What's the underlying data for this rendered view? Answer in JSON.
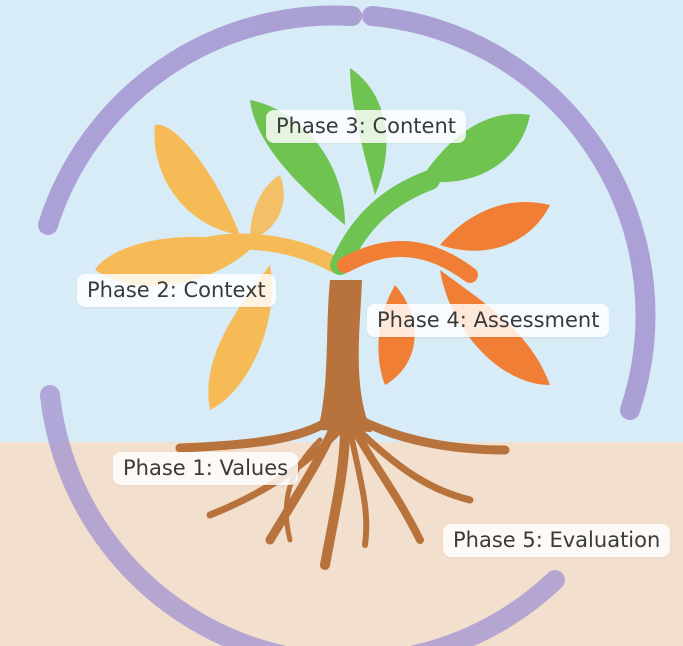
{
  "diagram": {
    "labels": {
      "content": "Phase 3: Content",
      "context": "Phase 2: Context",
      "assessment": "Phase 4: Assessment",
      "values": "Phase 1: Values",
      "evaluation": "Phase 5: Evaluation"
    },
    "colors": {
      "sky": "#d7ecf7",
      "ground": "#f3dfcd",
      "cycle_ring": "#a79ad2",
      "trunk": "#b8733d",
      "context_leaves": "#f6bb56",
      "content_leaves": "#6fc351",
      "assessment_leaves": "#f07f35"
    },
    "icons": [
      "cycle-arrow",
      "tree",
      "roots",
      "leaf"
    ]
  }
}
